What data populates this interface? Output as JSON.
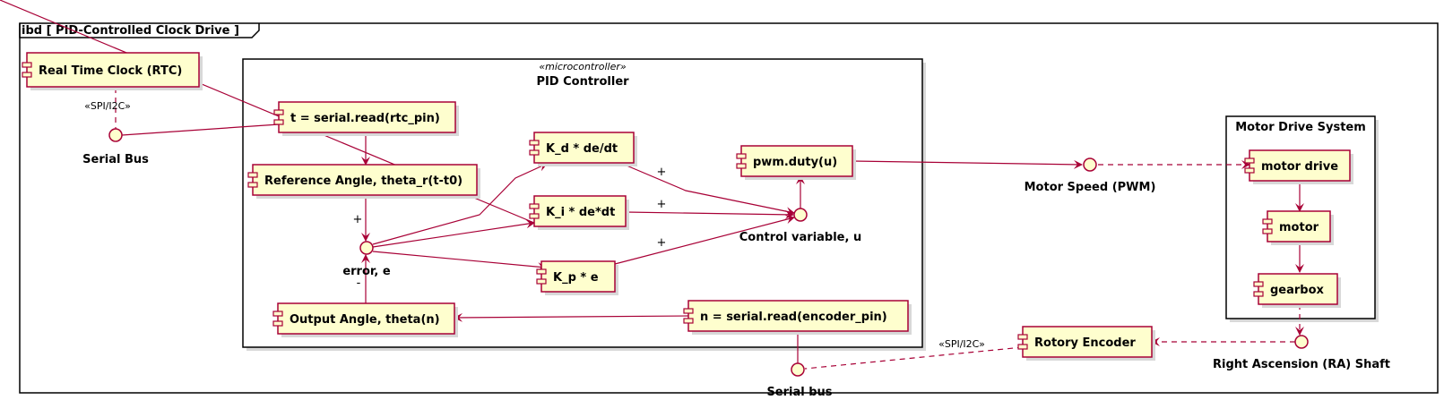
{
  "frame": {
    "title": "ibd [ PID-Controlled Clock Drive ]"
  },
  "microcontroller": {
    "stereotype": "«microcontroller»",
    "title": "PID Controller"
  },
  "motor_drive_system": {
    "title": "Motor Drive System"
  },
  "components": {
    "rtc": "Real Time Clock (RTC)",
    "serial_read_rtc": "t = serial.read(rtc_pin)",
    "reference_angle": "Reference Angle, theta_r(t-t0)",
    "kd": "K_d * de/dt",
    "ki": "K_i * de*dt",
    "kp": "K_p * e",
    "pwm_duty": "pwm.duty(u)",
    "output_angle": "Output Angle, theta(n)",
    "serial_read_encoder": "n = serial.read(encoder_pin)",
    "motor_drive": "motor drive",
    "motor": "motor",
    "gearbox": "gearbox",
    "rotary_encoder": "Rotory Encoder"
  },
  "interfaces": {
    "serial_bus_top": "Serial Bus",
    "error": "error, e",
    "control_variable": "Control variable, u",
    "motor_speed": "Motor Speed (PWM)",
    "ra_shaft": "Right Ascension (RA) Shaft",
    "serial_bus_bottom": "Serial bus"
  },
  "edge_labels": {
    "spi_i2c_top": "«SPI/I2C»",
    "spi_i2c_bottom": "«SPI/I2C»",
    "plus_reference": "+",
    "minus_output": "-",
    "plus_kd": "+",
    "plus_ki": "+",
    "plus_kp": "+"
  },
  "colors": {
    "component_fill": "#FEFECE",
    "border": "#A80036"
  }
}
